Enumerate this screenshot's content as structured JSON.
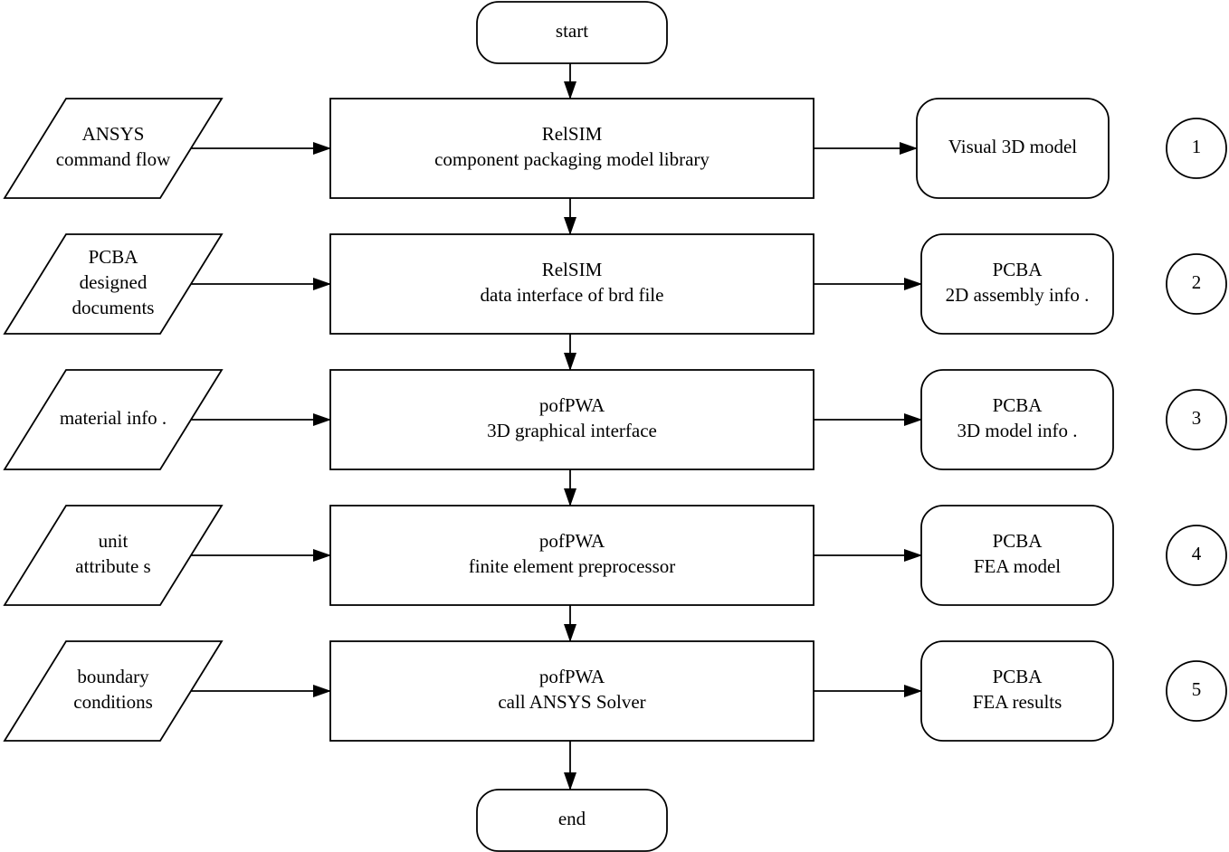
{
  "terminals": {
    "start": "start",
    "end": "end"
  },
  "steps": [
    {
      "input": [
        "ANSYS",
        "command flow"
      ],
      "process": [
        "RelSIM",
        "component packaging model library"
      ],
      "output": [
        "Visual 3D model"
      ],
      "number": "1"
    },
    {
      "input": [
        "PCBA",
        "designed",
        "documents"
      ],
      "process": [
        "RelSIM",
        "data interface  of brd file"
      ],
      "output": [
        "PCBA",
        "2D assembly info ."
      ],
      "number": "2"
    },
    {
      "input": [
        "material info ."
      ],
      "process": [
        "pofPWA",
        "3D graphical interface"
      ],
      "output": [
        "PCBA",
        "3D model info ."
      ],
      "number": "3"
    },
    {
      "input": [
        "unit",
        "attribute s"
      ],
      "process": [
        "pofPWA",
        "finite element preprocessor"
      ],
      "output": [
        "PCBA",
        "FEA model"
      ],
      "number": "4"
    },
    {
      "input": [
        "boundary",
        "conditions"
      ],
      "process": [
        "pofPWA",
        "call ANSYS Solver"
      ],
      "output": [
        "PCBA",
        "FEA results"
      ],
      "number": "5"
    }
  ]
}
